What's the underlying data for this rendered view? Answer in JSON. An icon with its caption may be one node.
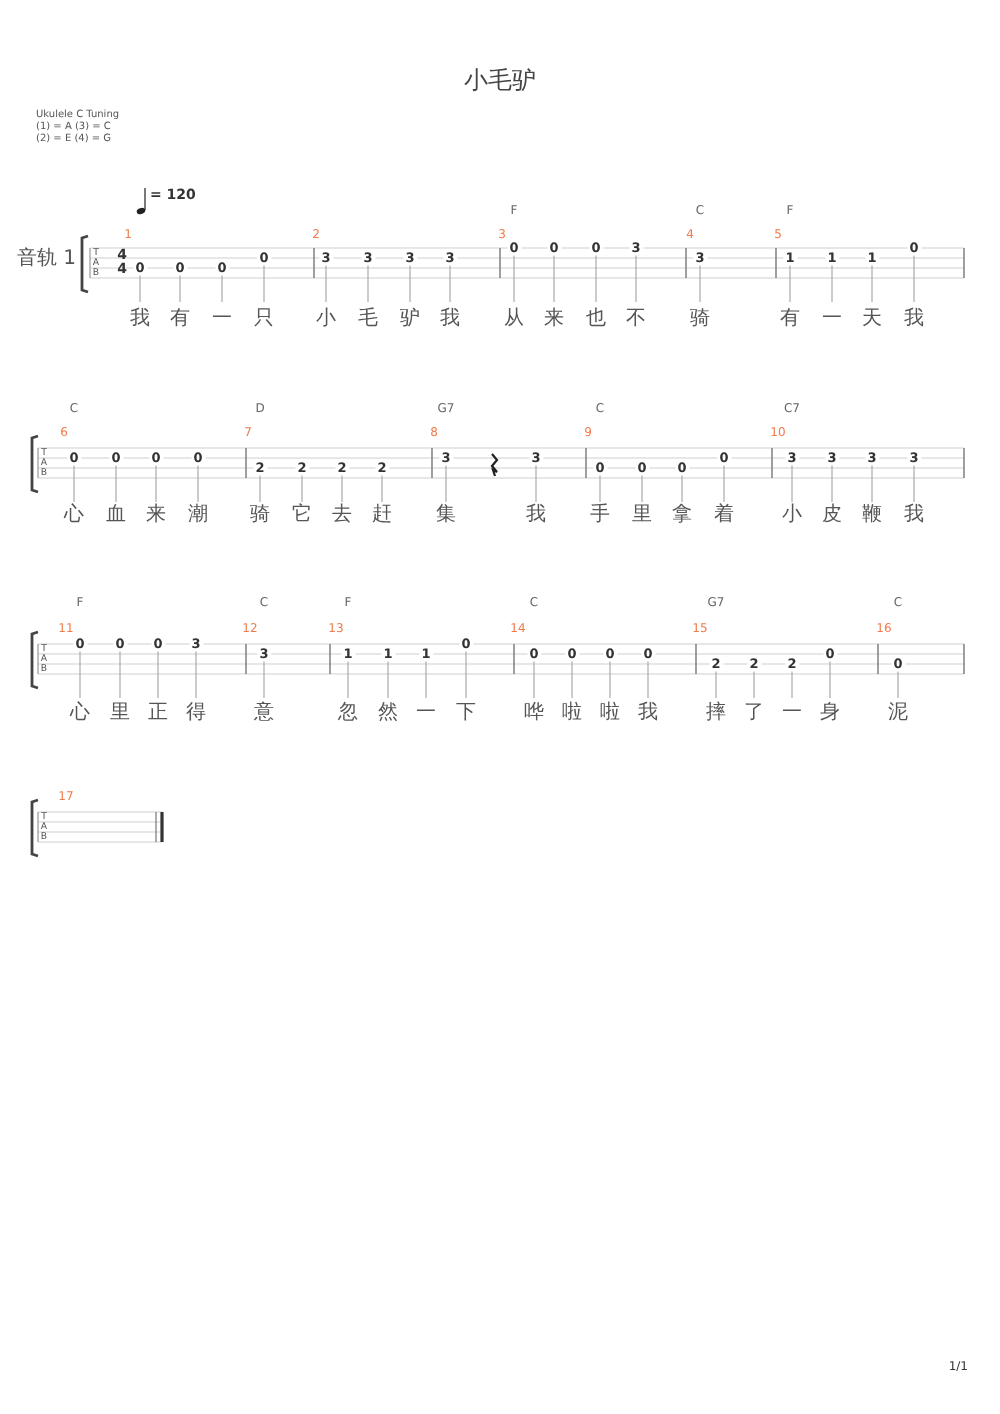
{
  "diagram": {
    "title": "小毛驴",
    "labels": [
      "Ukulele C Tuning",
      "(1) = A (3) = C",
      "(2) = E (4) = G",
      "= 120",
      "音轨 1",
      "F",
      "C",
      "F",
      "1",
      "2",
      "3",
      "4",
      "5",
      "TAB",
      "4",
      "4",
      "0",
      "0",
      "0",
      "0",
      "3",
      "3",
      "3",
      "3",
      "0",
      "0",
      "0",
      "3",
      "3",
      "1",
      "1",
      "1",
      "0",
      "我",
      "有",
      "一",
      "只",
      "小",
      "毛",
      "驴",
      "我",
      "从",
      "来",
      "也",
      "不",
      "骑",
      "有",
      "一",
      "天",
      "我",
      "C",
      "D",
      "G7",
      "C",
      "C7",
      "6",
      "7",
      "8",
      "9",
      "10",
      "TAB",
      "0",
      "0",
      "0",
      "0",
      "2",
      "2",
      "2",
      "2",
      "3",
      "3",
      "0",
      "0",
      "0",
      "0",
      "3",
      "3",
      "3",
      "3",
      "心",
      "血",
      "来",
      "潮",
      "骑",
      "它",
      "去",
      "赶",
      "集",
      "我",
      "手",
      "里",
      "拿",
      "着",
      "小",
      "皮",
      "鞭",
      "我",
      "F",
      "C",
      "F",
      "C",
      "G7",
      "C",
      "11",
      "12",
      "13",
      "14",
      "15",
      "16",
      "TAB",
      "0",
      "0",
      "0",
      "3",
      "3",
      "1",
      "1",
      "1",
      "0",
      "0",
      "0",
      "0",
      "0",
      "2",
      "2",
      "2",
      "0",
      "0",
      "心",
      "里",
      "正",
      "得",
      "意",
      "忽",
      "然",
      "一",
      "下",
      "哗",
      "啦",
      "啦",
      "我",
      "摔",
      "了",
      "一",
      "身",
      "泥",
      "17",
      "TAB",
      "1/1"
    ]
  }
}
